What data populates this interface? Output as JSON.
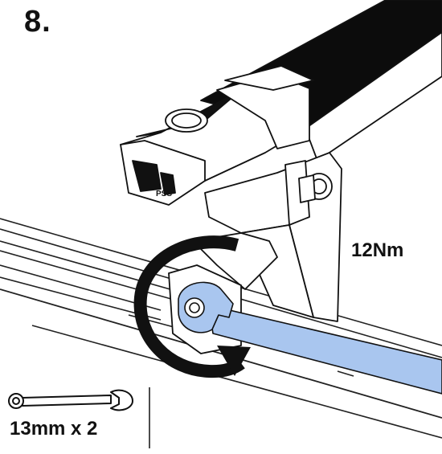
{
  "step": {
    "number": "8."
  },
  "torque": {
    "label": "12Nm"
  },
  "tool": {
    "label": "13mm x 2",
    "icon": "wrench-icon"
  },
  "illustration": {
    "icon": "roof-rack-foot-clamp-with-wrench",
    "highlight_color": "#a9c6ef",
    "arrow_color": "#111111"
  },
  "bar": {
    "logo_text": "PSS"
  }
}
